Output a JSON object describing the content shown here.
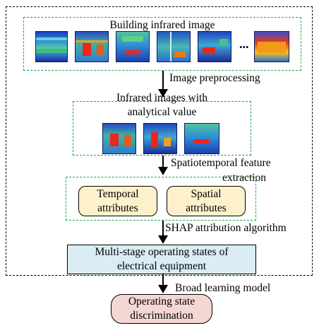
{
  "steps": {
    "building_images": "Building infrared image",
    "preprocessing": "Image preprocessing",
    "analytical_line1": "Infrared images with",
    "analytical_line2": "analytical value",
    "feature_line1": "Spatiotemporal feature",
    "feature_line2": "extraction",
    "temporal_line1": "Temporal",
    "temporal_line2": "attributes",
    "spatial_line1": "Spatial",
    "spatial_line2": "attributes",
    "shap": "SHAP attribution algorithm",
    "states_line1": "Multi-stage operating states of",
    "states_line2": "electrical equipment",
    "broad_learning": "Broad learning model",
    "result_line1": "Operating state",
    "result_line2": "discrimination",
    "ellipsis": "..."
  },
  "colors": {
    "dashed_green": "#1aa64a",
    "attribute_fill": "#fdf1cc",
    "states_fill": "#daedf5",
    "result_fill": "#f4d6d3"
  }
}
